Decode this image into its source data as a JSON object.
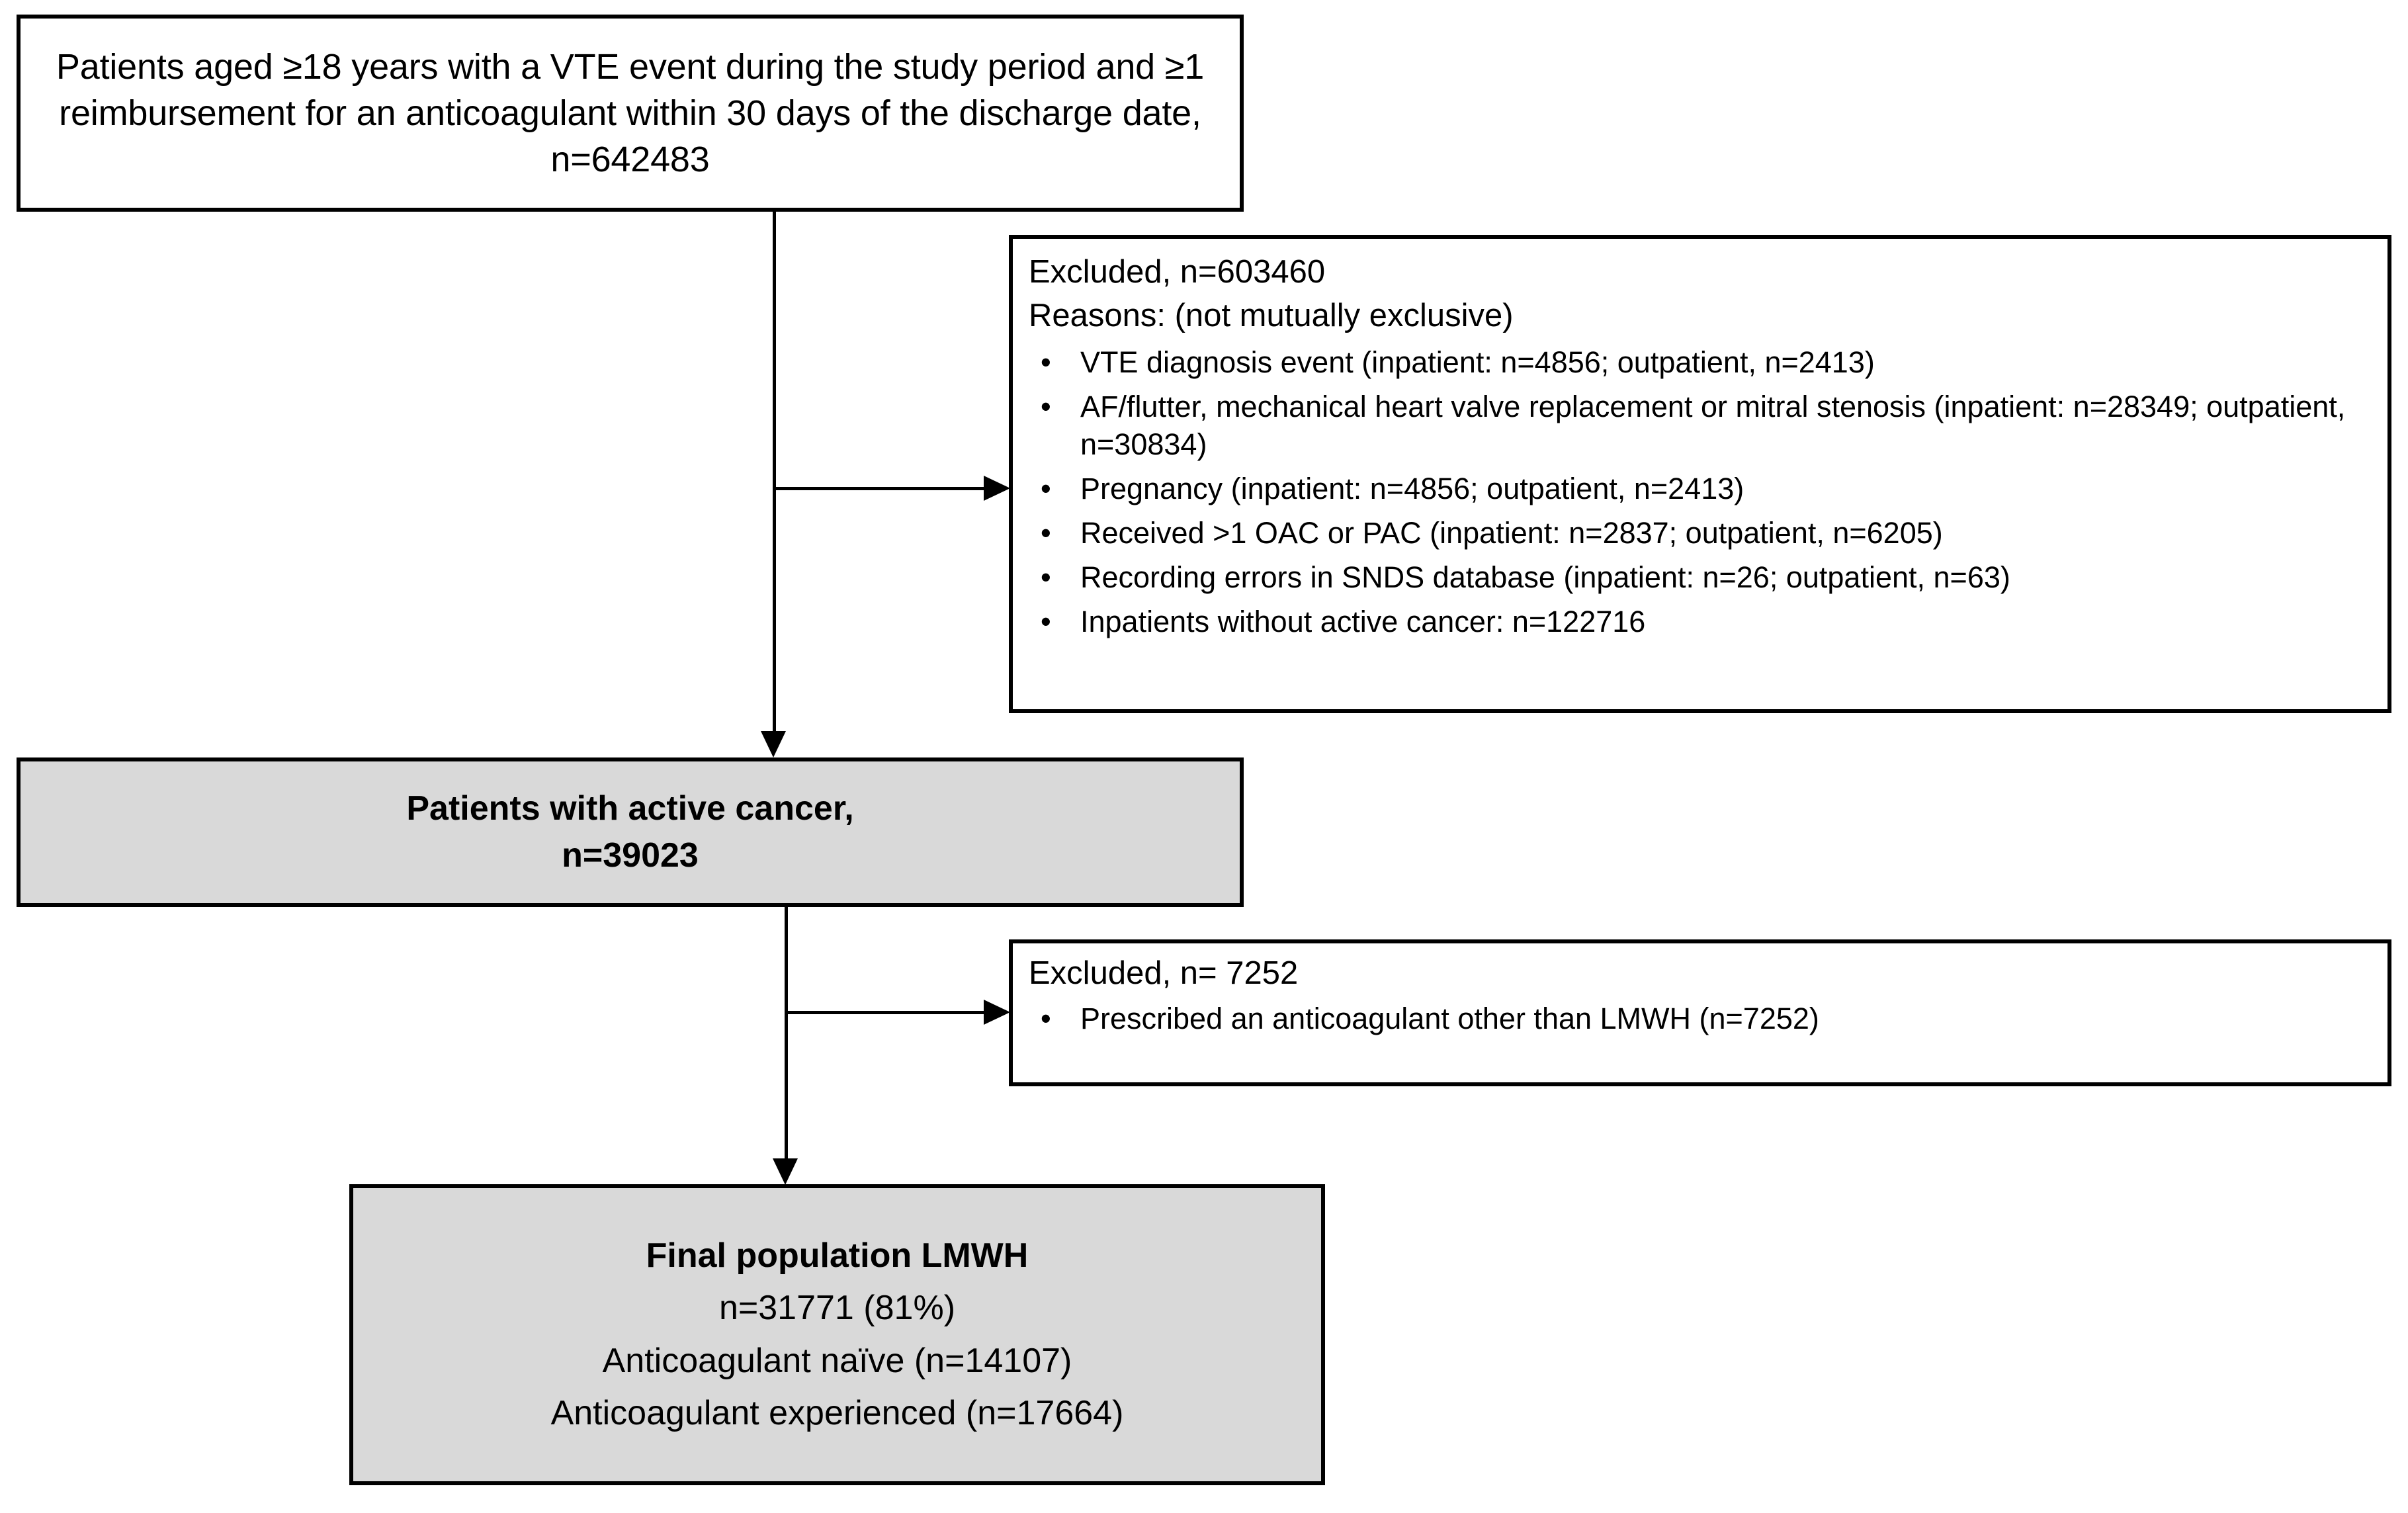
{
  "figure": {
    "type": "flowchart",
    "title": "Patient selection flow diagram (LMWH cohort)",
    "colors": {
      "shaded_box_fill": "#d9d9d9",
      "box_stroke": "#000000",
      "background": "#ffffff",
      "text": "#000000"
    }
  },
  "nodes": {
    "source_population": {
      "lines": [
        "Patients aged ≥18 years with a VTE event during the study period and ≥1",
        "reimbursement for an anticoagulant within 30 days of the discharge date,",
        "n=642483"
      ],
      "n": 642483,
      "shaded": false
    },
    "exclusion_1": {
      "header_excluded": "Excluded, n=603460",
      "header_reasons": "Reasons: (not mutually exclusive)",
      "n_excluded": 603460,
      "bullet_char": "•",
      "reasons": [
        "VTE diagnosis event (inpatient: n=4856; outpatient, n=2413)",
        "AF/flutter, mechanical heart valve replacement or mitral stenosis (inpatient: n=28349; outpatient,  n=30834)",
        "Pregnancy (inpatient: n=4856; outpatient,  n=2413)",
        "Received >1 OAC or PAC (inpatient: n=2837; outpatient, n=6205)",
        "Recording errors in SNDS database (inpatient: n=26; outpatient, n=63)",
        "Inpatients without active cancer: n=122716"
      ],
      "shaded": false
    },
    "active_cancer": {
      "lines": [
        "Patients with active cancer,",
        "n=39023"
      ],
      "n": 39023,
      "shaded": true
    },
    "exclusion_2": {
      "header_excluded": "Excluded, n= 7252",
      "n_excluded": 7252,
      "bullet_char": "•",
      "reasons": [
        "Prescribed an anticoagulant other than LMWH (n=7252)"
      ],
      "shaded": false
    },
    "final_population": {
      "lines": [
        "Final population LMWH",
        "n=31771 (81%)",
        "Anticoagulant naïve (n=14107)",
        "Anticoagulant experienced (n=17664)"
      ],
      "n": 31771,
      "percent": "81%",
      "naive_n": 14107,
      "experienced_n": 17664,
      "shaded": true
    }
  }
}
